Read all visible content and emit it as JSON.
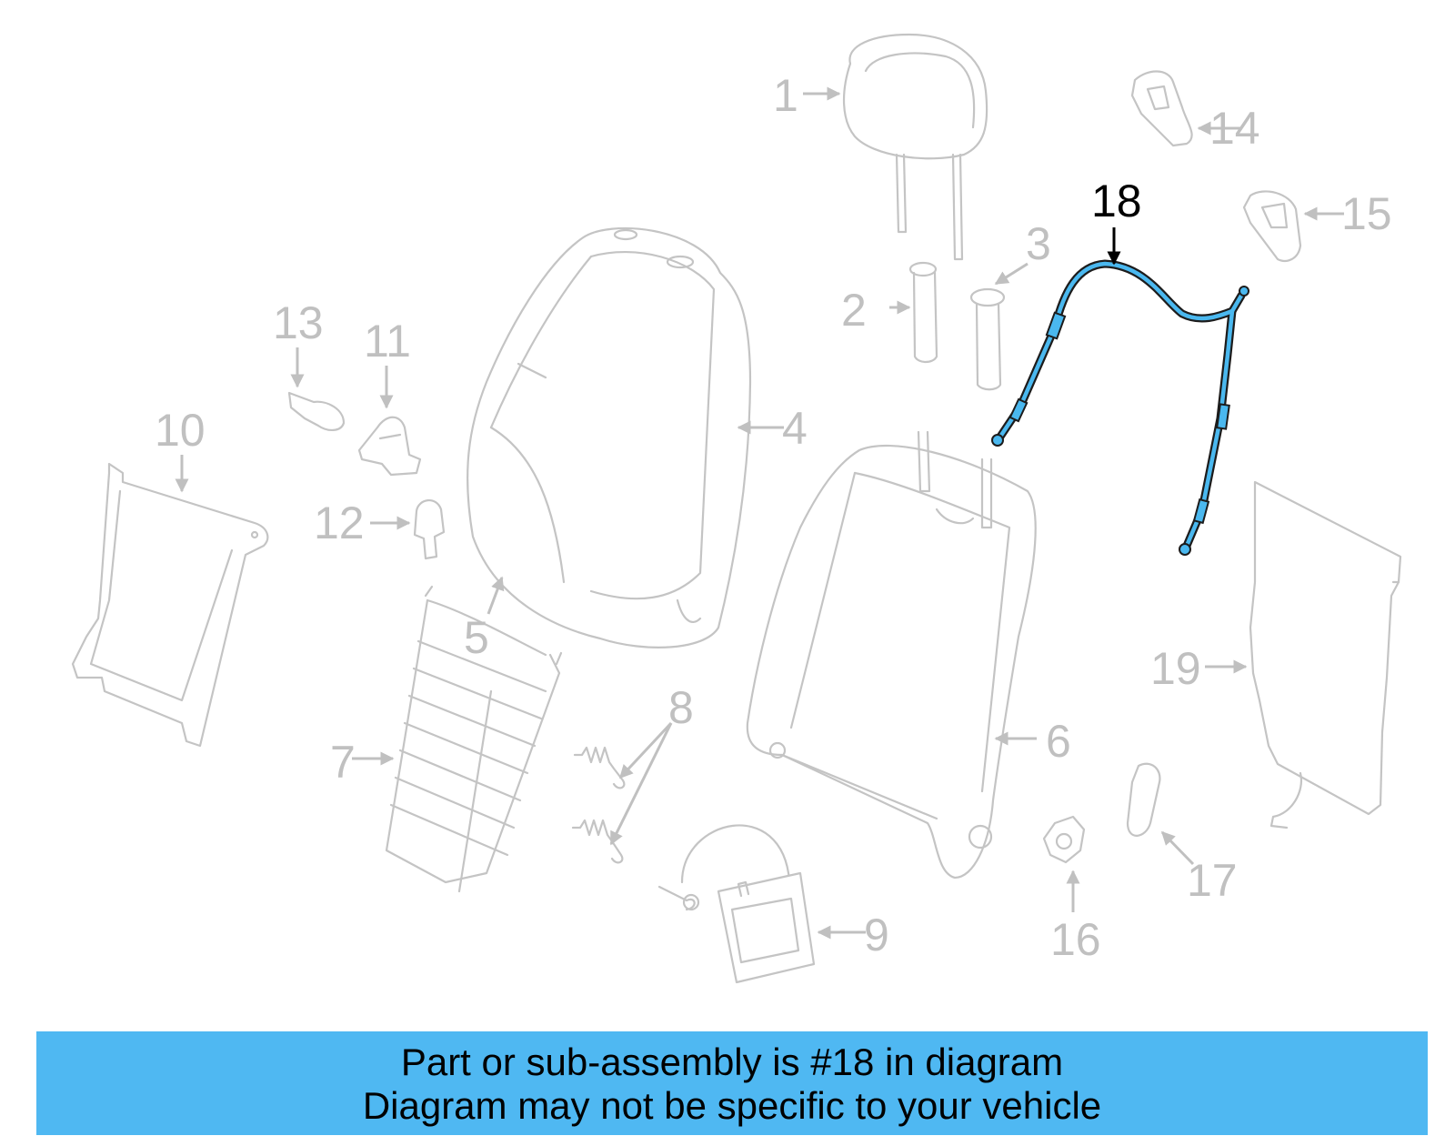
{
  "diagram": {
    "highlighted_part": "18",
    "highlight_color": "#4ab8ef",
    "callouts": [
      "1",
      "2",
      "3",
      "4",
      "5",
      "6",
      "7",
      "8",
      "9",
      "10",
      "11",
      "12",
      "13",
      "14",
      "15",
      "16",
      "17",
      "18",
      "19"
    ]
  },
  "banner": {
    "line1": "Part or sub-assembly is #18 in diagram",
    "line2": "Diagram may not be specific to your vehicle",
    "background": "#4fb8f2"
  }
}
